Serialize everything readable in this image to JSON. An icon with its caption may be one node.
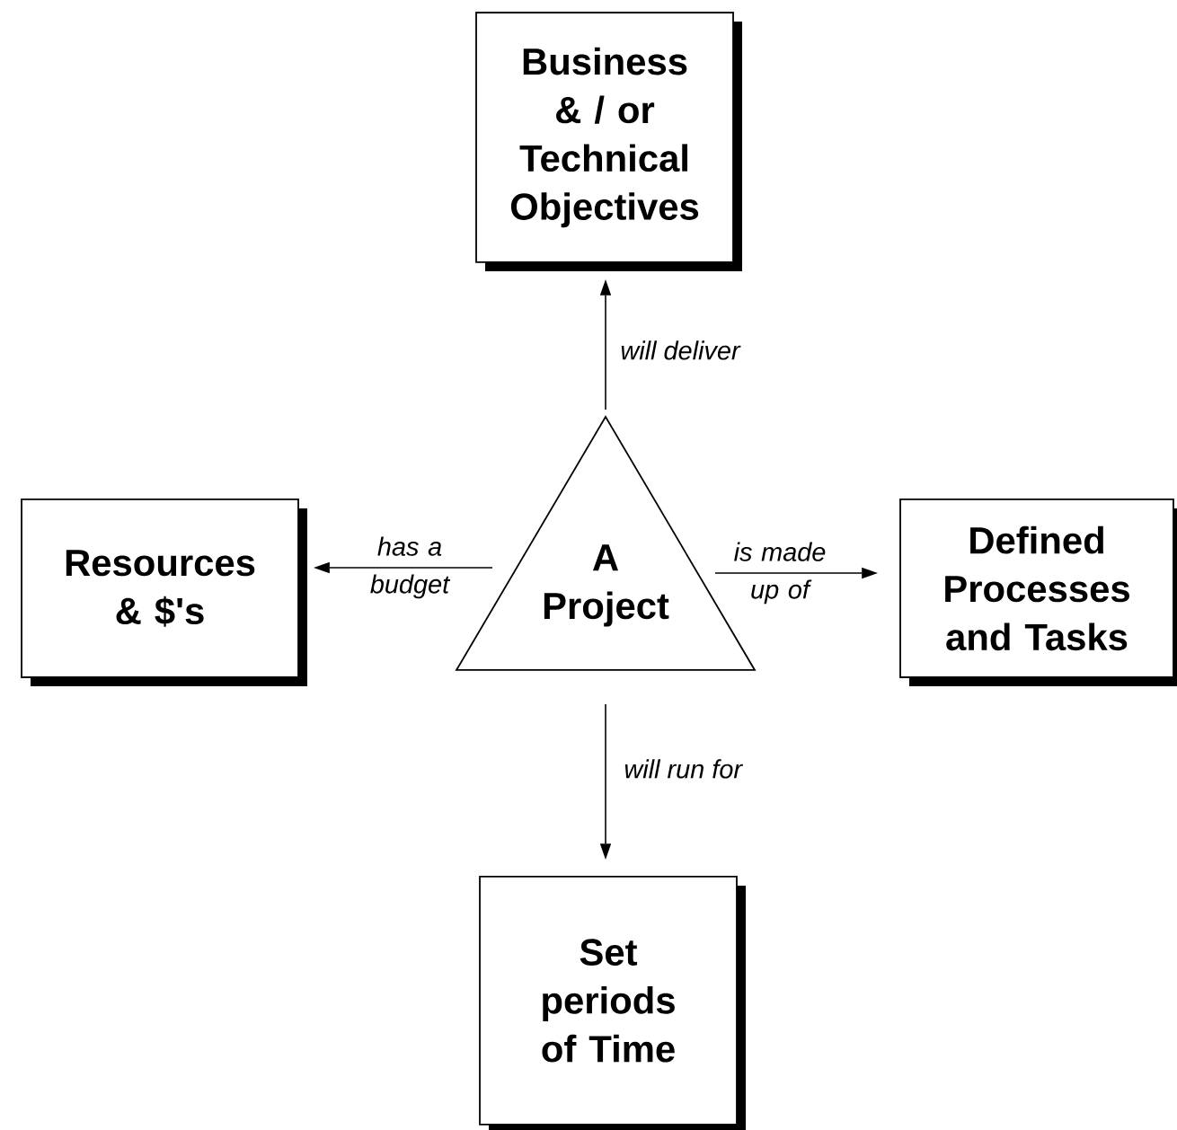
{
  "diagram": {
    "nodes": [
      {
        "text": [
          "A Project"
        ]
      },
      {
        "text": [
          "Business & / or Technical Objectives"
        ]
      },
      {
        "text": [
          "Resources & $'s"
        ]
      },
      {
        "text": [
          "Defined Processes and Tasks"
        ]
      },
      {
        "text": [
          "Set periods of Time"
        ]
      }
    ],
    "edges": [
      {
        "from": 0,
        "to": 1,
        "arrow": "to",
        "label": "will deliver"
      },
      {
        "from": 0,
        "to": 2,
        "arrow": "to",
        "label": "has a budget"
      },
      {
        "from": 0,
        "to": 3,
        "arrow": "to",
        "label": "is made up of"
      },
      {
        "from": 0,
        "to": 4,
        "arrow": "to",
        "label": "will run for"
      }
    ]
  }
}
